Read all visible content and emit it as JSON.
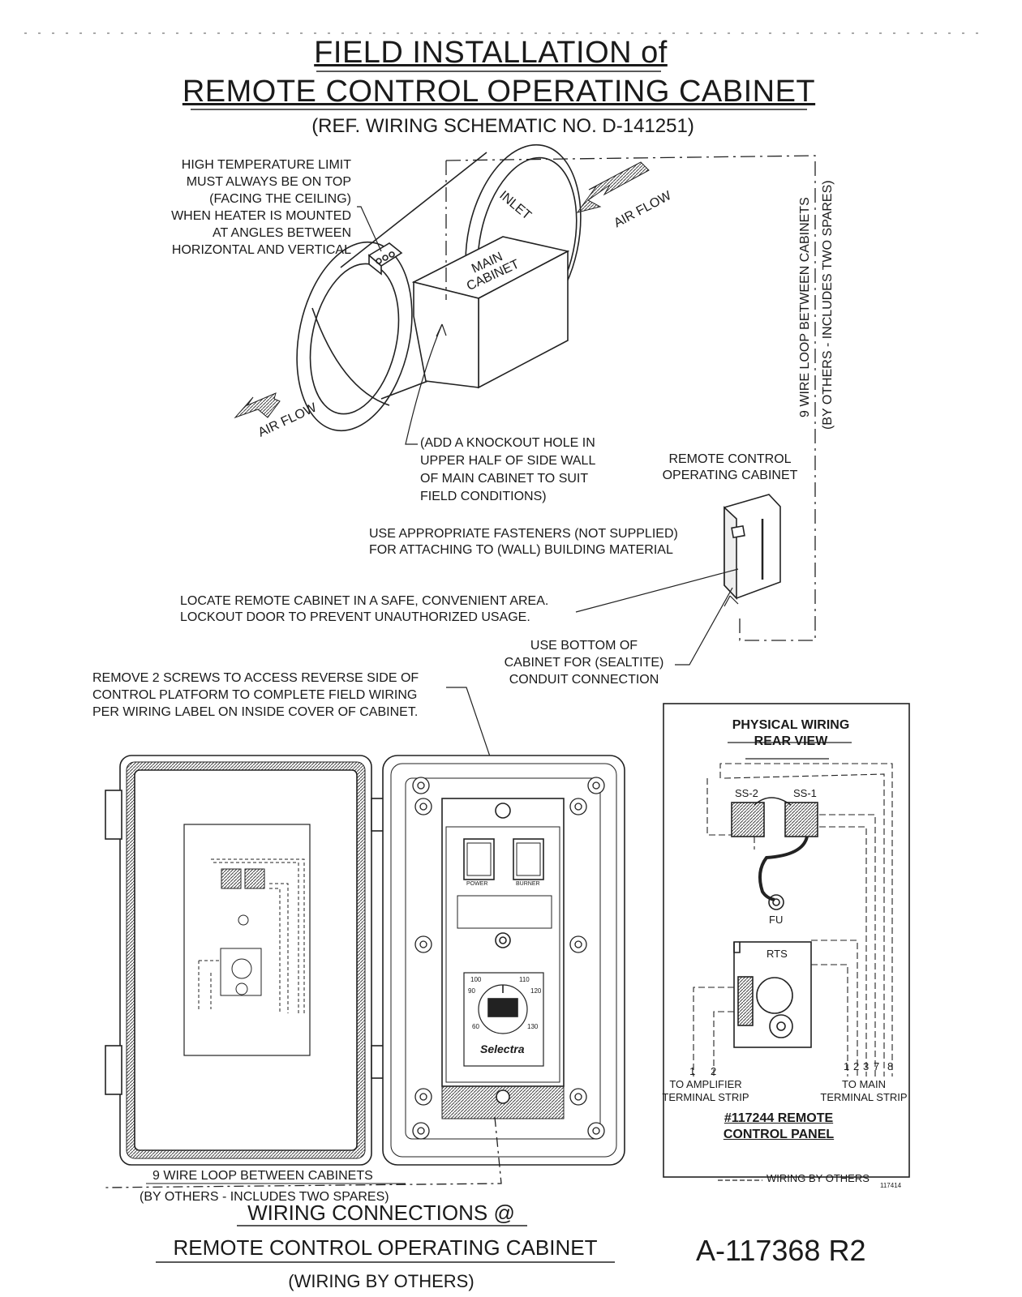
{
  "header": {
    "title_line1": "FIELD INSTALLATION of",
    "title_line2": "REMOTE CONTROL OPERATING CABINET",
    "ref": "(REF. WIRING SCHEMATIC NO. D-141251)"
  },
  "heater": {
    "high_temp_note": [
      "HIGH TEMPERATURE LIMIT",
      "MUST ALWAYS BE ON TOP",
      "(FACING THE CEILING)",
      "WHEN HEATER IS MOUNTED",
      "AT ANGLES BETWEEN",
      "HORIZONTAL AND VERTICAL"
    ],
    "inlet": "INLET",
    "main_cabinet": [
      "MAIN",
      "CABINET"
    ],
    "air_flow_in": "AIR FLOW",
    "air_flow_out": "AIR FLOW",
    "knockout_note": [
      "(ADD A KNOCKOUT HOLE IN",
      "UPPER HALF OF SIDE WALL",
      "OF MAIN CABINET TO SUIT",
      "FIELD CONDITIONS)"
    ],
    "wire_loop_vertical": [
      "9 WIRE LOOP BETWEEN CABINETS",
      "(BY OTHERS - INCLUDES TWO SPARES)"
    ]
  },
  "remote": {
    "label": [
      "REMOTE CONTROL",
      "OPERATING CABINET"
    ],
    "fasteners_note": [
      "USE APPROPRIATE FASTENERS (NOT SUPPLIED)",
      "FOR ATTACHING TO (WALL) BUILDING MATERIAL"
    ],
    "locate_note": [
      "LOCATE REMOTE CABINET IN A SAFE, CONVENIENT AREA.",
      "LOCKOUT DOOR TO PREVENT UNAUTHORIZED USAGE."
    ],
    "bottom_note": [
      "USE BOTTOM OF",
      "CABINET FOR (SEALTITE)",
      "CONDUIT CONNECTION"
    ],
    "screws_note": [
      "REMOVE 2 SCREWS TO ACCESS REVERSE SIDE OF",
      "CONTROL PLATFORM TO COMPLETE FIELD WIRING",
      "PER WIRING LABEL ON INSIDE COVER OF CABINET."
    ]
  },
  "panel": {
    "power": "POWER",
    "burner": "BURNER",
    "brand": "Selectra",
    "dial_values": [
      "100",
      "110",
      "90",
      "120",
      "60",
      "130"
    ]
  },
  "wiring_box": {
    "title": [
      "PHYSICAL WIRING",
      "REAR VIEW"
    ],
    "ss2": "SS-2",
    "ss1": "SS-1",
    "fu": "FU",
    "rts": "RTS",
    "left_terms": [
      "1",
      "2"
    ],
    "right_terms": [
      "1",
      "2",
      "3",
      "7",
      "8"
    ],
    "to_amp": [
      "TO AMPLIFIER",
      "TERMINAL STRIP"
    ],
    "to_main": [
      "TO MAIN",
      "TERMINAL STRIP"
    ],
    "panel_name": [
      "#117244 REMOTE",
      "CONTROL PANEL"
    ],
    "legend": "WIRING BY OTHERS",
    "code": "117414"
  },
  "bottom": {
    "wire_loop": [
      "9 WIRE LOOP BETWEEN CABINETS",
      "(BY OTHERS - INCLUDES TWO SPARES)"
    ],
    "title_line1": "WIRING CONNECTIONS @",
    "title_line2": "REMOTE CONTROL OPERATING CABINET",
    "title_line3": "(WIRING BY OTHERS)",
    "doc_number": "A-117368 R2"
  }
}
